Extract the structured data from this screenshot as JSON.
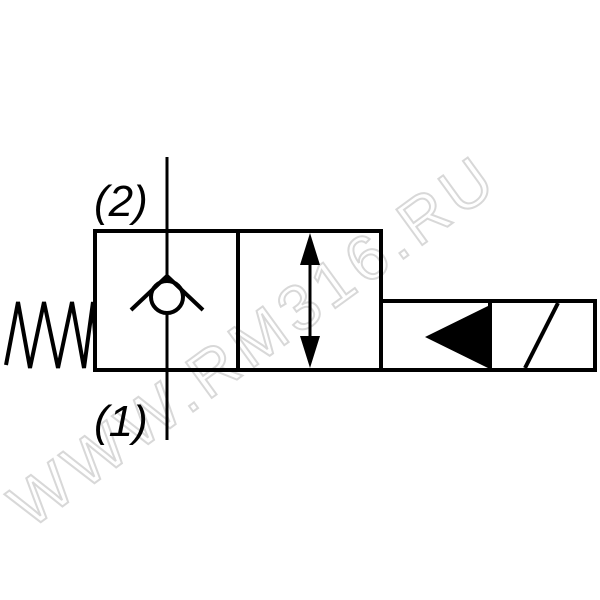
{
  "diagram": {
    "type": "hydraulic solenoid valve symbol",
    "port_labels": {
      "top": "(2)",
      "bottom": "(1)"
    },
    "watermark": "WWW.RM316.RU",
    "colors": {
      "line": "#000000",
      "background": "#ffffff",
      "watermark": "#d8d8d8"
    }
  }
}
